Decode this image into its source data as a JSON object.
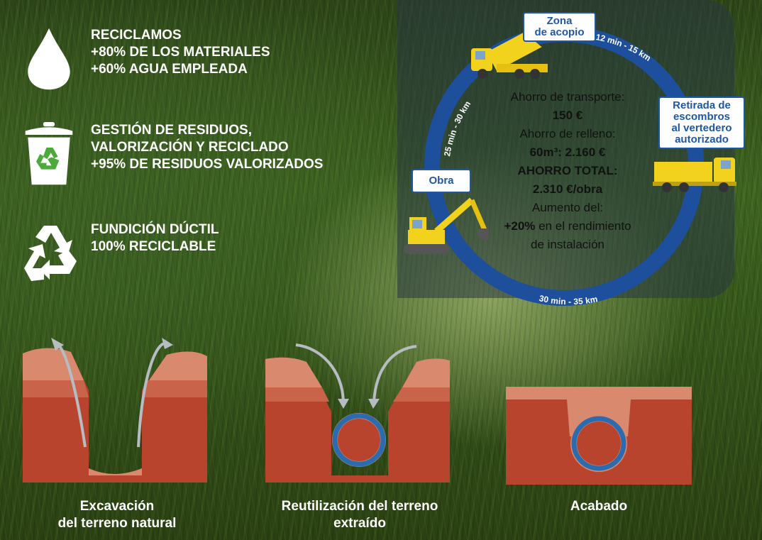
{
  "features": [
    {
      "icon": "water-drop-icon",
      "text": "RECICLAMOS\n+80% DE LOS MATERIALES\n+60% AGUA EMPLEADA"
    },
    {
      "icon": "recycle-bin-icon",
      "text": "GESTIÓN DE RESIDUOS,\nVALORIZACIÓN Y RECICLADO\n+95% DE RESIDUOS VALORIZADOS"
    },
    {
      "icon": "recycle-symbol-icon",
      "text": "FUNDICIÓN DÚCTIL\n100% RECICLABLE"
    }
  ],
  "cycle": {
    "nodes": {
      "zona_acopio": "Zona\nde acopio",
      "retirada": "Retirada de\nescombros\nal vertedero\nautorizado",
      "obra": "Obra"
    },
    "routes": {
      "acopio_retirada": "12 min - 15 km",
      "retirada_obra": "30 min - 35 km",
      "obra_acopio": "25 min - 30 km"
    },
    "savings": {
      "transport_label": "Ahorro de transporte:",
      "transport_value": "150 €",
      "fill_label": "Ahorro de relleno:",
      "fill_value": "60m³: 2.160 €",
      "total_label": "AHORRO TOTAL:",
      "total_value": "2.310 €/obra",
      "increase_label": "Aumento del:",
      "increase_value": "+20%",
      "increase_suffix": " en el rendimiento",
      "increase_line3": "de instalación"
    }
  },
  "steps": [
    {
      "caption": "Excavación\ndel terreno natural"
    },
    {
      "caption": "Reutilización del terreno\nextraído"
    },
    {
      "caption": "Acabado"
    }
  ],
  "colors": {
    "earth_dark": "#b9442e",
    "earth_light": "#d98a6e",
    "pipe_blue": "#2b6cb0",
    "ring_blue": "#1d4f9c",
    "truck_yellow": "#f2d21c"
  }
}
